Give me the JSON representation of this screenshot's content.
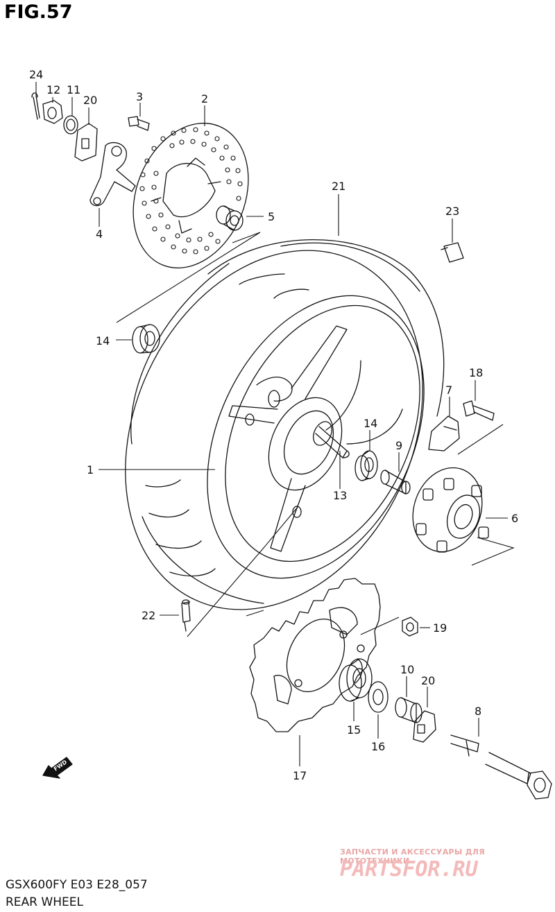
{
  "figure": {
    "title": "FIG.57"
  },
  "footer": {
    "model": "GSX600FY E03 E28_057",
    "name": "REAR WHEEL"
  },
  "watermark": {
    "tagline": "ЗАПЧАСТИ И АКСЕССУАРЫ ДЛЯ МОТОТЕХНИКИ",
    "logo": "PARTSFOR.RU"
  },
  "fwd_marker": {
    "label": "FWD"
  },
  "callouts": {
    "c1": "1",
    "c2": "2",
    "c3": "3",
    "c4": "4",
    "c5": "5",
    "c6": "6",
    "c7": "7",
    "c8": "8",
    "c9": "9",
    "c10": "10",
    "c11": "11",
    "c12": "12",
    "c13": "13",
    "c14a": "14",
    "c14b": "14",
    "c15": "15",
    "c16": "16",
    "c17": "17",
    "c18": "18",
    "c19": "19",
    "c20a": "20",
    "c20b": "20",
    "c21": "21",
    "c22": "22",
    "c23": "23",
    "c24": "24"
  },
  "colors": {
    "line": "#111111",
    "watermark": "#f4b9b9"
  }
}
